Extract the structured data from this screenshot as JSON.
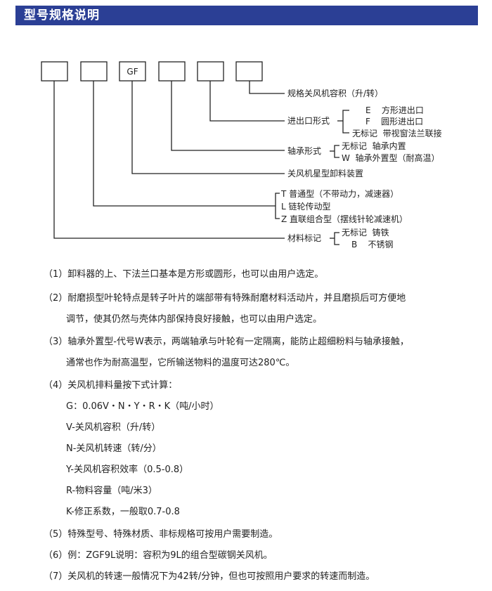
{
  "header": {
    "title": "型号规格说明"
  },
  "model_boxes": [
    "",
    "",
    "GF",
    "",
    "",
    ""
  ],
  "diagram": {
    "capacity": {
      "label": "规格关风机容积（升/转）"
    },
    "port": {
      "label": "进出口形式",
      "options": [
        "E    方形进出口",
        "F    圆形进出口",
        "无标记  带视窗法兰联接"
      ]
    },
    "bearing": {
      "label": "轴承形式",
      "options": [
        "无标记  轴承内置",
        "W  轴承外置型（耐高温）"
      ]
    },
    "name": {
      "label": "关风机星型卸料装置"
    },
    "drive": {
      "options": [
        "T 普通型（不带动力，减速器）",
        "L 链轮传动型",
        "Z 直联组合型（摆线针轮减速机）"
      ]
    },
    "material": {
      "label": "材料标记",
      "options": [
        "无标记  铸铁",
        "B    不锈钢"
      ]
    }
  },
  "notes": [
    "（1）卸料器的上、下法兰口基本是方形或圆形，也可以由用户选定。",
    "（2）耐磨损型叶轮特点是转子叶片的端部带有特殊耐磨材料活动片，并且磨损后可方便地",
    "调节，使其仍然与壳体内部保持良好接触，也可以由用户选定。",
    "（3）轴承外置型-代号W表示，两端轴承与叶轮有一定隔离，能防止超细粉料与轴承接触，",
    "通常也作为耐高温型，它所输送物料的温度可达280℃。",
    "（4）关风机排料量按下式计算：",
    "G：0.06V・N・Y・R・K（吨/小时）",
    "V-关风机容积（升/转）",
    "N-关风机转速（转/分）",
    "Y-关风机容积效率（0.5-0.8）",
    "R-物料容量（吨/米3）",
    "K-修正系数，一般取0.7-0.8",
    "（5）特殊型号、特殊材质、非标规格可按用户需要制造。",
    "（6）例：ZGF9L说明：容积为9L的组合型碳钢关风机。",
    "（7）关风机的转速一般情况下为42转/分钟，但也可按照用户要求的转速而制造。"
  ]
}
